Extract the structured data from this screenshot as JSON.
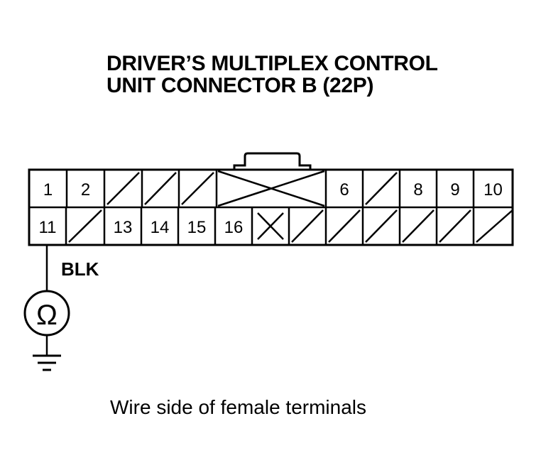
{
  "diagram": {
    "title_line1": "DRIVER’S MULTIPLEX CONTROL",
    "title_line2": "UNIT CONNECTOR B (22P)",
    "wire_color_label": "BLK",
    "meter_symbol": "Ω",
    "meter_icon": "ohmmeter-icon",
    "ground_icon": "ground-icon",
    "caption": "Wire side of female terminals",
    "connector": {
      "top_row": [
        {
          "type": "pin",
          "label": "1"
        },
        {
          "type": "pin",
          "label": "2"
        },
        {
          "type": "empty"
        },
        {
          "type": "empty"
        },
        {
          "type": "empty"
        },
        {
          "type": "crossed-wide"
        },
        {
          "type": "pin",
          "label": "6"
        },
        {
          "type": "empty"
        },
        {
          "type": "pin",
          "label": "8"
        },
        {
          "type": "pin",
          "label": "9"
        },
        {
          "type": "pin",
          "label": "10"
        }
      ],
      "bottom_row": [
        {
          "type": "pin",
          "label": "11"
        },
        {
          "type": "empty"
        },
        {
          "type": "pin",
          "label": "13"
        },
        {
          "type": "pin",
          "label": "14"
        },
        {
          "type": "pin",
          "label": "15"
        },
        {
          "type": "pin",
          "label": "16"
        },
        {
          "type": "crossed"
        },
        {
          "type": "empty"
        },
        {
          "type": "empty"
        },
        {
          "type": "empty"
        },
        {
          "type": "empty"
        },
        {
          "type": "empty"
        },
        {
          "type": "empty"
        }
      ]
    }
  }
}
